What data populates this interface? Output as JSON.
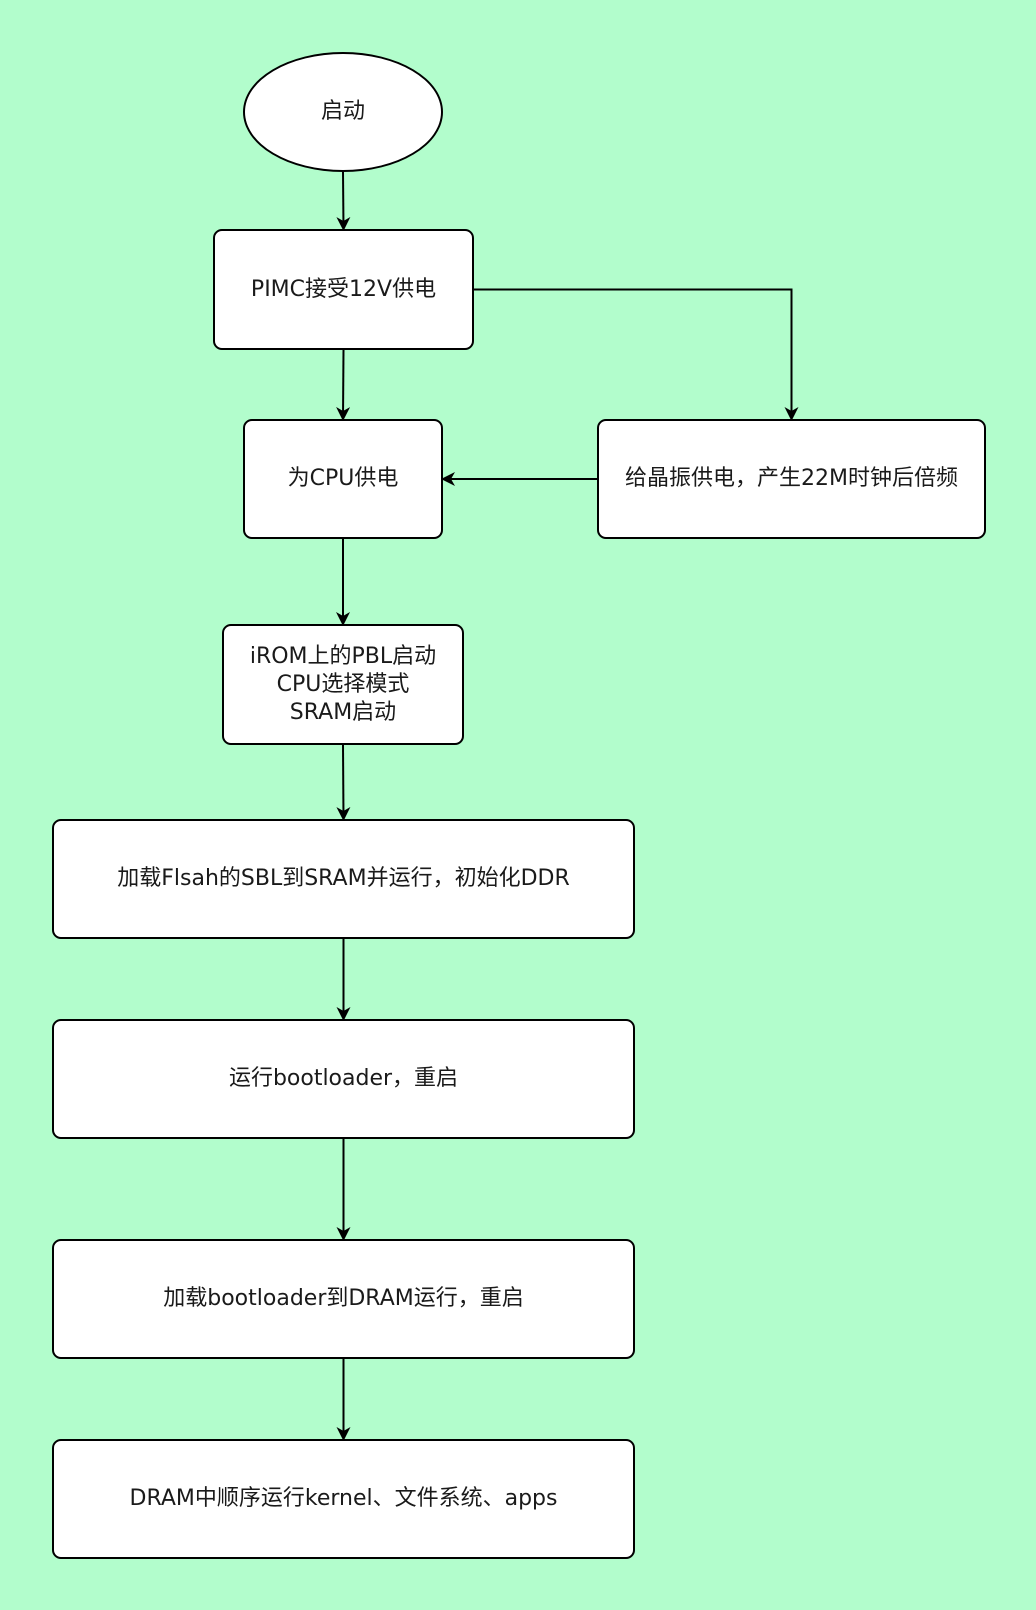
{
  "diagram": {
    "type": "flowchart",
    "background_color": "#b2fdcc",
    "nodes": [
      {
        "id": "start",
        "shape": "ellipse",
        "label": "启动"
      },
      {
        "id": "pimc",
        "shape": "rounded-rect",
        "label": "PIMC接受12V供电"
      },
      {
        "id": "cpu_power",
        "shape": "rounded-rect",
        "label": "为CPU供电"
      },
      {
        "id": "crystal",
        "shape": "rounded-rect",
        "label": "给晶振供电，产生22M时钟后倍频"
      },
      {
        "id": "irom",
        "shape": "rounded-rect",
        "label": "iROM上的PBL启动\nCPU选择模式\nSRAM启动"
      },
      {
        "id": "load_sbl",
        "shape": "rounded-rect",
        "label": "加载Flsah的SBL到SRAM并运行，初始化DDR"
      },
      {
        "id": "run_bootloader",
        "shape": "rounded-rect",
        "label": "运行bootloader，重启"
      },
      {
        "id": "load_bootloader",
        "shape": "rounded-rect",
        "label": "加载bootloader到DRAM运行，重启"
      },
      {
        "id": "dram_run",
        "shape": "rounded-rect",
        "label": "DRAM中顺序运行kernel、文件系统、apps"
      }
    ],
    "edges": [
      {
        "from": "start",
        "to": "pimc"
      },
      {
        "from": "pimc",
        "to": "cpu_power"
      },
      {
        "from": "pimc",
        "to": "crystal"
      },
      {
        "from": "crystal",
        "to": "cpu_power"
      },
      {
        "from": "cpu_power",
        "to": "irom"
      },
      {
        "from": "irom",
        "to": "load_sbl"
      },
      {
        "from": "load_sbl",
        "to": "run_bootloader"
      },
      {
        "from": "run_bootloader",
        "to": "load_bootloader"
      },
      {
        "from": "load_bootloader",
        "to": "dram_run"
      }
    ]
  }
}
